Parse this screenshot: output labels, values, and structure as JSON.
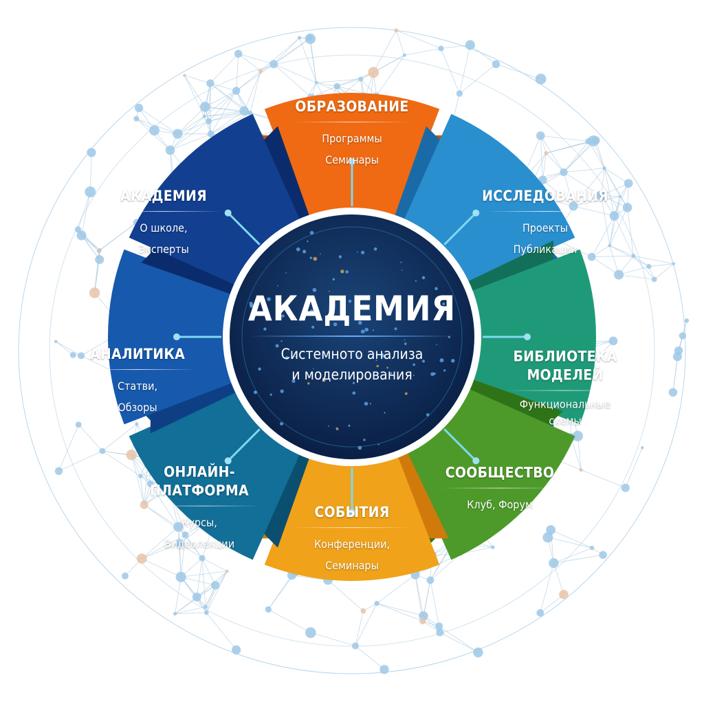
{
  "center": {
    "title": "АКАДЕМИЯ",
    "subtitle_line1": "Системното анализа",
    "subtitle_line2": "и моделирования"
  },
  "segments": [
    {
      "title": "ОБРАЗОВАНИЕ",
      "lines": [
        "Программы",
        "Семинары"
      ],
      "color": "#ef6a12",
      "dark": "#c8500a"
    },
    {
      "title": "ИССЛЕДОВАНИЯ",
      "lines": [
        "Проекты",
        "Публикации"
      ],
      "color": "#2a8fcf",
      "dark": "#1b6aa8"
    },
    {
      "title": "БИБЛИОТЕКА МОДЕЛЕЙ",
      "lines": [
        "Функциональные",
        "схемы"
      ],
      "color": "#1f9a78",
      "dark": "#137058"
    },
    {
      "title": "СООБЩЕСТВО",
      "lines": [
        "Клуб, Форум"
      ],
      "color": "#4d9a2a",
      "dark": "#2f7318"
    },
    {
      "title": "СОБЫТИЯ",
      "lines": [
        "Конференции,",
        "Семинары"
      ],
      "color": "#f0a21a",
      "dark": "#d07a0c"
    },
    {
      "title": "ОНЛАЙН-ПЛАТФОРМА",
      "lines": [
        "Курсы,",
        "Видеолекции"
      ],
      "color": "#126f97",
      "dark": "#0b4f70"
    },
    {
      "title": "АНАЛИТИКА",
      "lines": [
        "Статви,",
        "Обзоры"
      ],
      "color": "#1759ad",
      "dark": "#0e3f85"
    },
    {
      "title": "АКАДЕМИЯ",
      "lines": [
        "О школе,",
        "Эксперты"
      ],
      "color": "#123f90",
      "dark": "#0b2c6c"
    }
  ]
}
